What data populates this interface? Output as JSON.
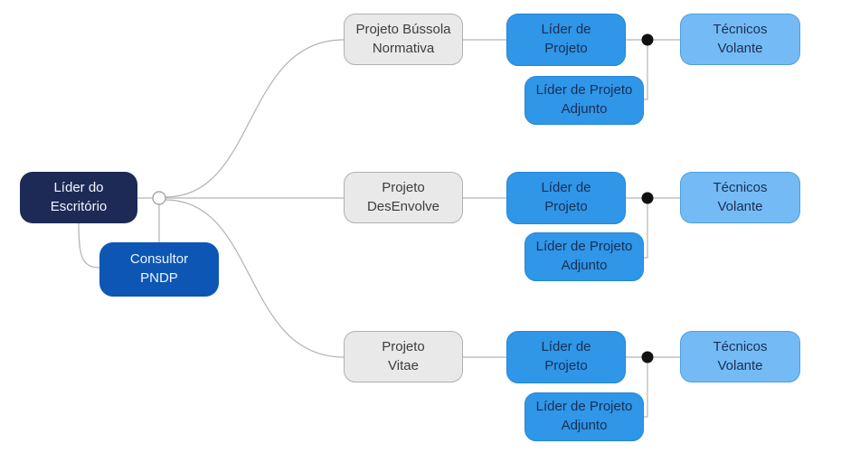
{
  "diagram": {
    "root": {
      "label": "Líder do\nEscritório"
    },
    "consultant": {
      "label": "Consultor\nPNDP"
    },
    "branches": [
      {
        "project": "Projeto Bússola\nNormativa",
        "leader": "Líder de\nProjeto",
        "deputy": "Líder de Projeto\nAdjunto",
        "technicians": "Técnicos\nVolante"
      },
      {
        "project": "Projeto\nDesEnvolve",
        "leader": "Líder de\nProjeto",
        "deputy": "Líder de Projeto\nAdjunto",
        "technicians": "Técnicos\nVolante"
      },
      {
        "project": "Projeto\nVitae",
        "leader": "Líder de\nProjeto",
        "deputy": "Líder de Projeto\nAdjunto",
        "technicians": "Técnicos\nVolante"
      }
    ],
    "colors": {
      "root_bg": "#1e2a56",
      "consultant_bg": "#0d56b4",
      "leader_bg": "#2f96e8",
      "technicians_bg": "#74bbf5",
      "project_bg": "#e9e9e9",
      "project_border": "#b0b0b0",
      "connector": "#b3b3b3",
      "junction_dot": "#111111",
      "text_on_dark": "#ffffff",
      "text_on_light_blue": "#1a2f55",
      "text_on_gray": "#3d3d3d"
    }
  }
}
